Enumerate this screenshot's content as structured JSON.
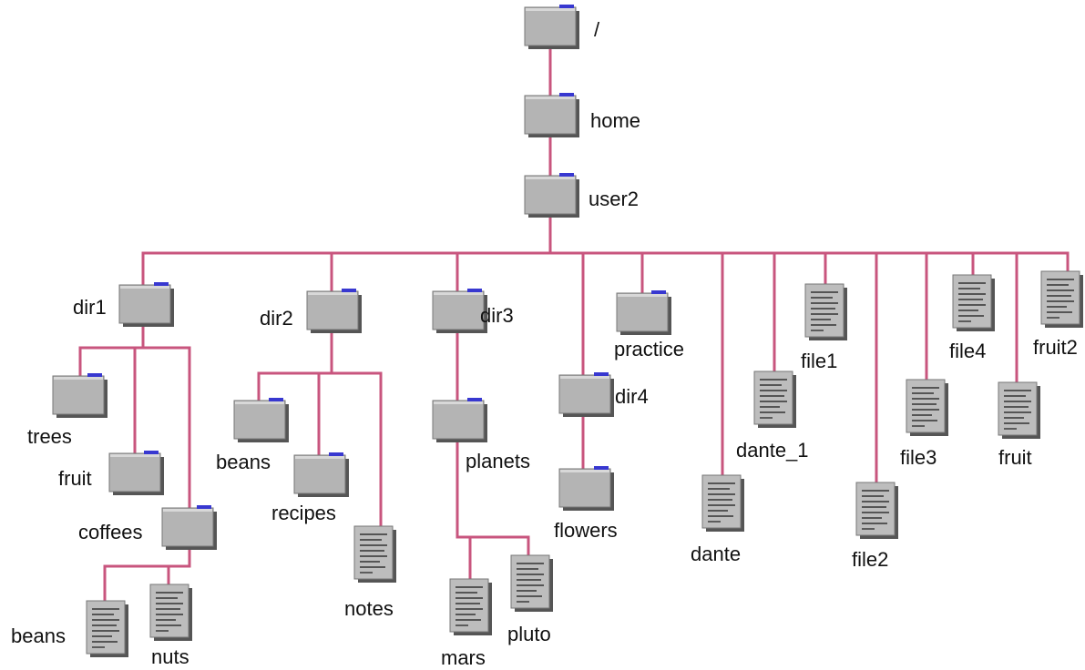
{
  "tree": {
    "root": "/",
    "home": "home",
    "user2": "user2",
    "dir1": "dir1",
    "trees": "trees",
    "fruit_dir": "fruit",
    "coffees": "coffees",
    "coffees_beans": "beans",
    "nuts": "nuts",
    "dir2": "dir2",
    "dir2_beans": "beans",
    "recipes": "recipes",
    "notes": "notes",
    "dir3": "dir3",
    "planets": "planets",
    "mars": "mars",
    "pluto": "pluto",
    "dir4": "dir4",
    "flowers": "flowers",
    "practice": "practice",
    "dante": "dante",
    "dante_1": "dante_1",
    "file1": "file1",
    "file2": "file2",
    "file3": "file3",
    "file4": "file4",
    "fruit_file": "fruit",
    "fruit2": "fruit2"
  },
  "colors": {
    "connector": "#c8557e",
    "folder": "#b4b4b4",
    "folder_tab": "#3838d0",
    "file": "#bdbdbd"
  },
  "icons": {
    "folder": "folder-icon",
    "file": "file-icon"
  }
}
